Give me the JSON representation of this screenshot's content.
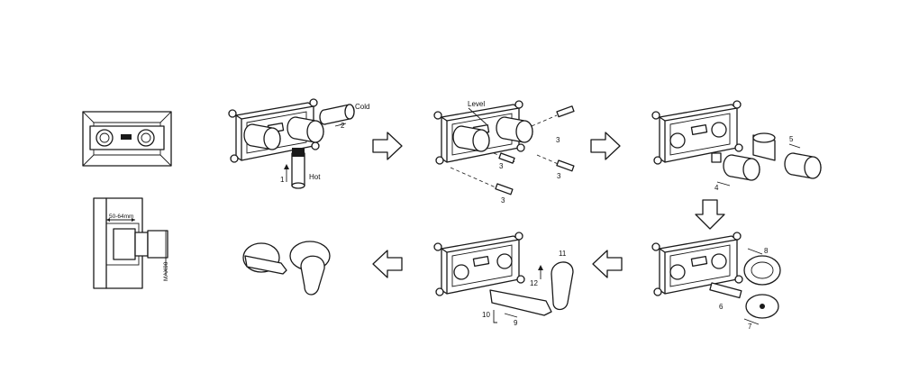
{
  "labels": {
    "cold": "Cold",
    "hot": "Hot",
    "level": "Level",
    "dimension_depth": "50-64mm",
    "dimension_max": "MAX90",
    "steps": [
      "1",
      "2",
      "3",
      "3",
      "3",
      "3",
      "4",
      "5",
      "6",
      "7",
      "8",
      "9",
      "10",
      "11",
      "12"
    ]
  },
  "icons": {
    "flow_arrow": "outline-block-arrow",
    "front_view": "wall-box-front-view",
    "side_view": "wall-box-side-view",
    "finished": "spout-and-lever-handle"
  }
}
